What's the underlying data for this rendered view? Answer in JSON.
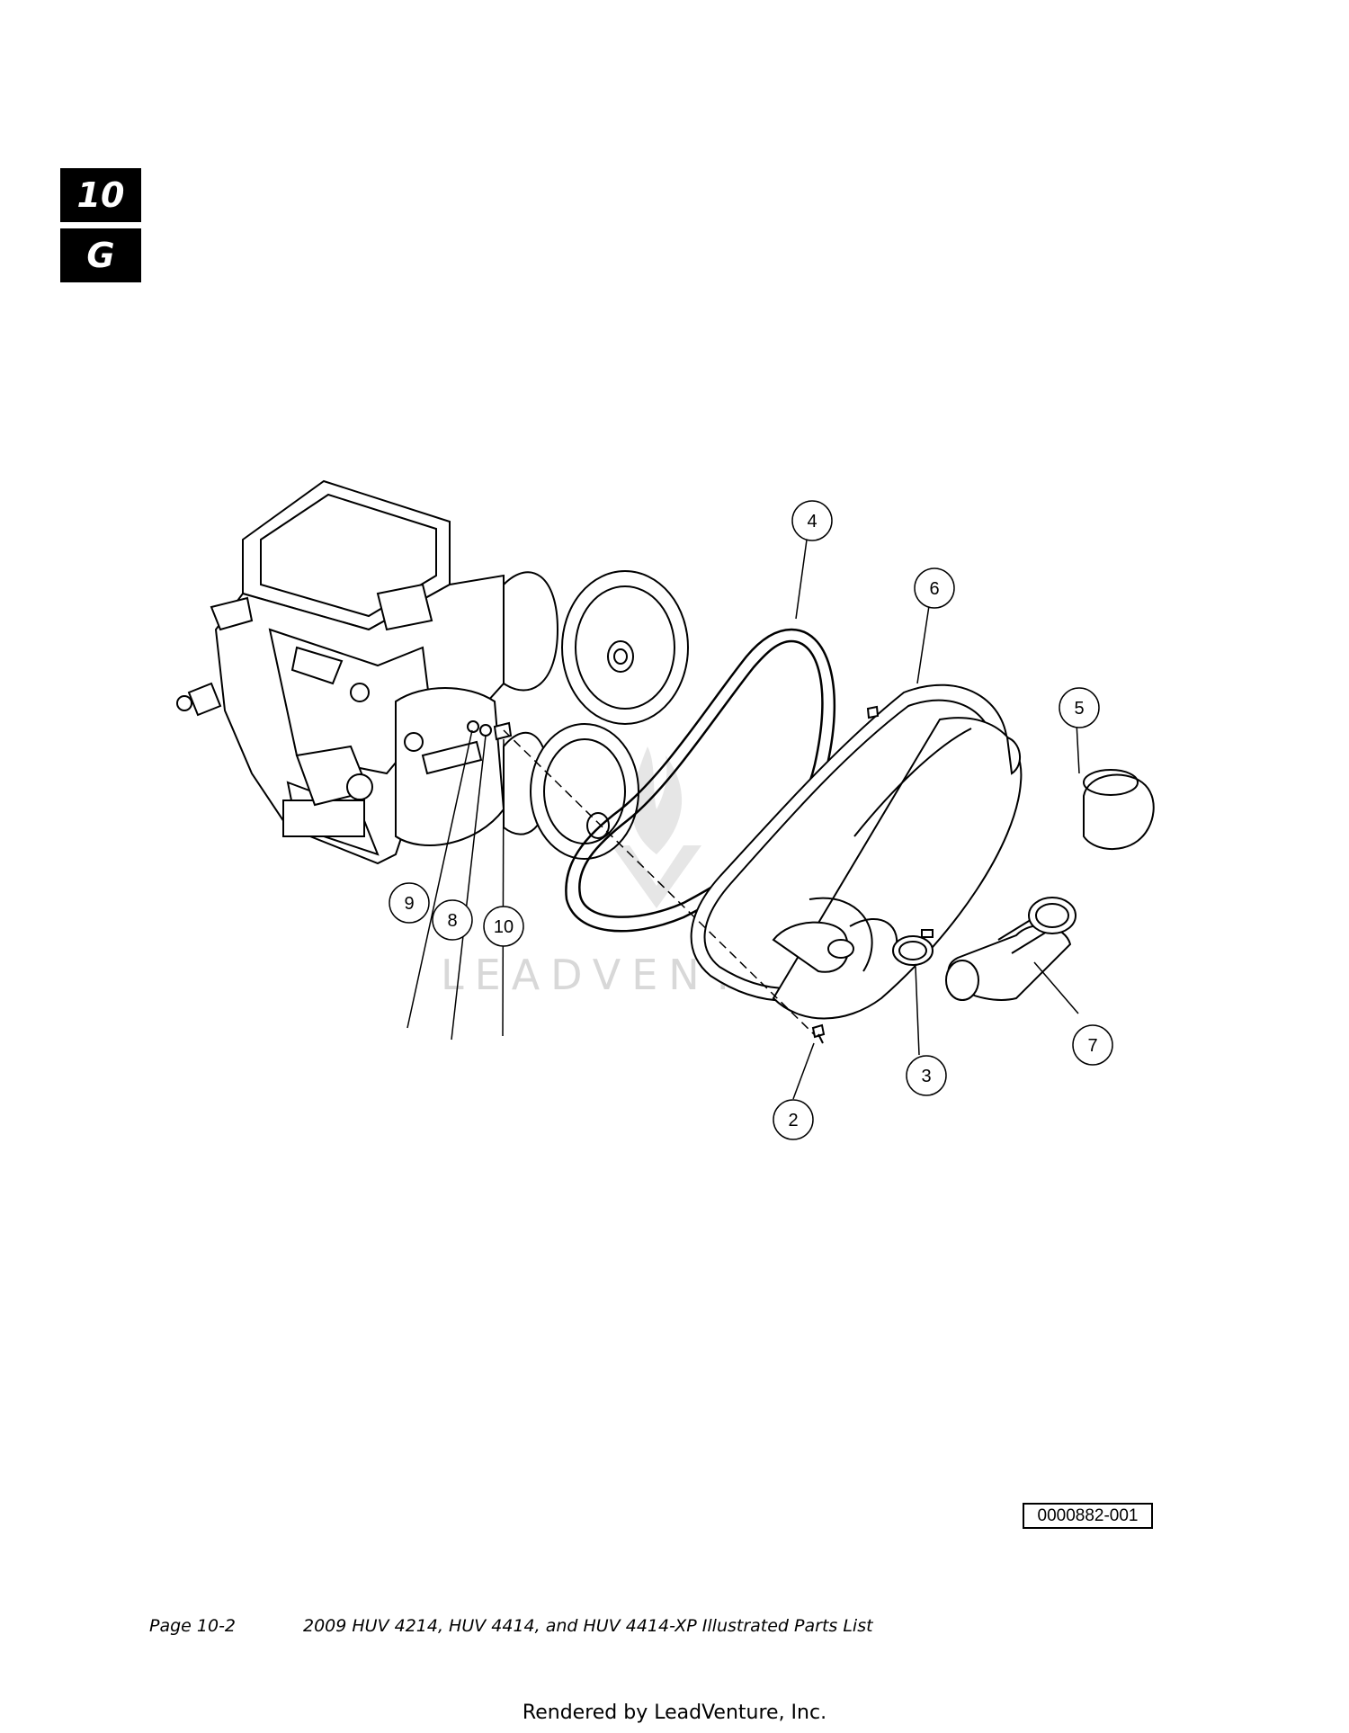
{
  "header": {
    "section_number": "10",
    "section_letter": "G"
  },
  "diagram": {
    "callouts": [
      "2",
      "3",
      "4",
      "5",
      "6",
      "7",
      "8",
      "9",
      "10"
    ],
    "watermark": "LEADVENTURE"
  },
  "drawing_number": "0000882-001",
  "footer": {
    "page": "Page 10-2",
    "title": "2009 HUV 4214, HUV 4414, and HUV 4414-XP Illustrated Parts List"
  },
  "render_credit": "Rendered by LeadVenture, Inc."
}
